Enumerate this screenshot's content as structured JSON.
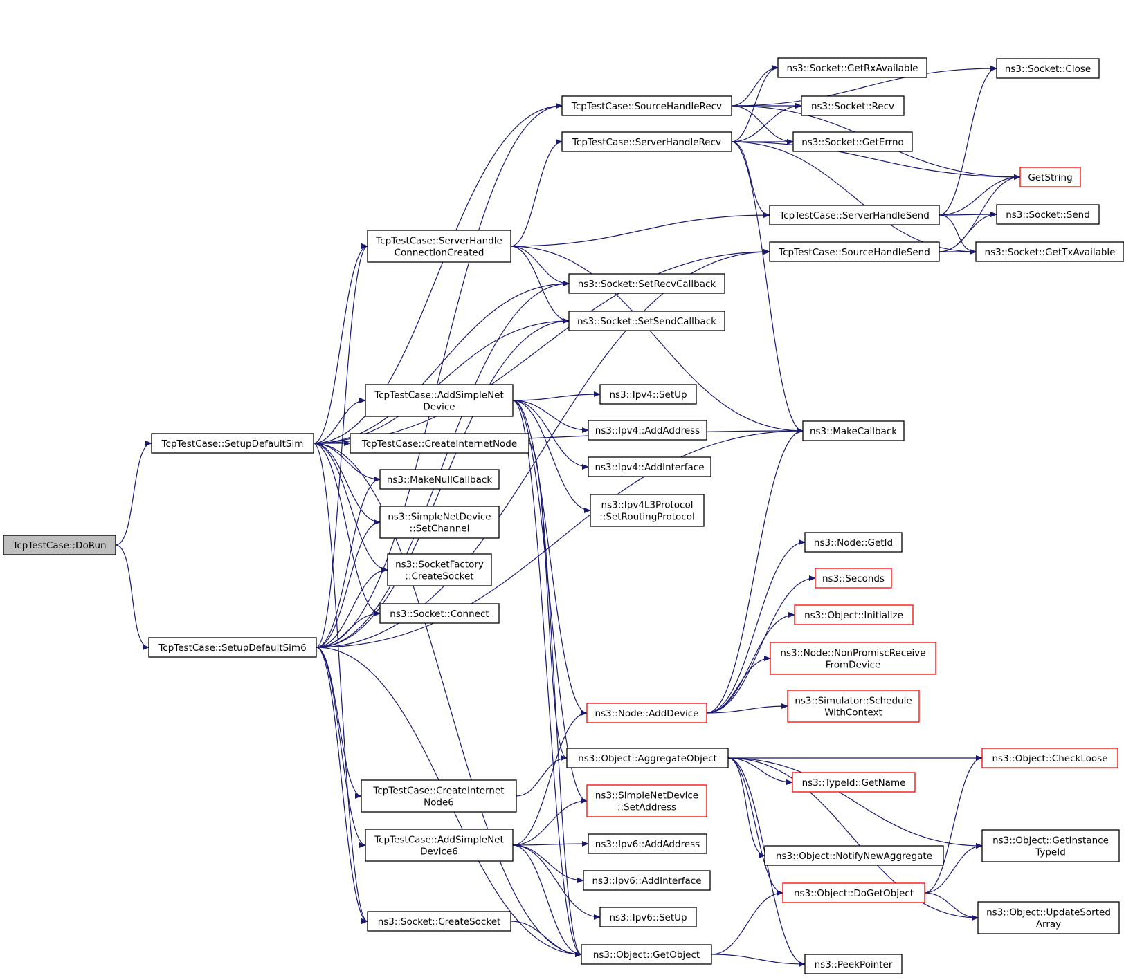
{
  "nodes": [
    {
      "id": "dorun",
      "lines": [
        "TcpTestCase::DoRun"
      ],
      "style": "root"
    },
    {
      "id": "sim",
      "lines": [
        "TcpTestCase::SetupDefaultSim"
      ],
      "style": "normal"
    },
    {
      "id": "sim6",
      "lines": [
        "TcpTestCase::SetupDefaultSim6"
      ],
      "style": "normal"
    },
    {
      "id": "shcc",
      "lines": [
        "TcpTestCase::ServerHandle",
        "ConnectionCreated"
      ],
      "style": "normal"
    },
    {
      "id": "asnd",
      "lines": [
        "TcpTestCase::AddSimpleNet",
        "Device"
      ],
      "style": "normal"
    },
    {
      "id": "cin",
      "lines": [
        "TcpTestCase::CreateInternetNode"
      ],
      "style": "normal"
    },
    {
      "id": "mnc",
      "lines": [
        "ns3::MakeNullCallback"
      ],
      "style": "normal"
    },
    {
      "id": "snsc",
      "lines": [
        "ns3::SimpleNetDevice",
        "::SetChannel"
      ],
      "style": "normal"
    },
    {
      "id": "sfcs",
      "lines": [
        "ns3::SocketFactory",
        "::CreateSocket"
      ],
      "style": "normal"
    },
    {
      "id": "sconn",
      "lines": [
        "ns3::Socket::Connect"
      ],
      "style": "normal"
    },
    {
      "id": "cin6",
      "lines": [
        "TcpTestCase::CreateInternet",
        "Node6"
      ],
      "style": "normal"
    },
    {
      "id": "asnd6",
      "lines": [
        "TcpTestCase::AddSimpleNet",
        "Device6"
      ],
      "style": "normal"
    },
    {
      "id": "scs",
      "lines": [
        "ns3::Socket::CreateSocket"
      ],
      "style": "normal"
    },
    {
      "id": "shr",
      "lines": [
        "TcpTestCase::SourceHandleRecv"
      ],
      "style": "normal"
    },
    {
      "id": "svhr",
      "lines": [
        "TcpTestCase::ServerHandleRecv"
      ],
      "style": "normal"
    },
    {
      "id": "srcb",
      "lines": [
        "ns3::Socket::SetRecvCallback"
      ],
      "style": "normal"
    },
    {
      "id": "sscb",
      "lines": [
        "ns3::Socket::SetSendCallback"
      ],
      "style": "normal"
    },
    {
      "id": "ip4up",
      "lines": [
        "ns3::Ipv4::SetUp"
      ],
      "style": "normal"
    },
    {
      "id": "ip4addr",
      "lines": [
        "ns3::Ipv4::AddAddress"
      ],
      "style": "normal"
    },
    {
      "id": "ip4if",
      "lines": [
        "ns3::Ipv4::AddInterface"
      ],
      "style": "normal"
    },
    {
      "id": "ip4rp",
      "lines": [
        "ns3::Ipv4L3Protocol",
        "::SetRoutingProtocol"
      ],
      "style": "normal"
    },
    {
      "id": "nad",
      "lines": [
        "ns3::Node::AddDevice"
      ],
      "style": "truncated"
    },
    {
      "id": "oagg",
      "lines": [
        "ns3::Object::AggregateObject"
      ],
      "style": "normal"
    },
    {
      "id": "snsa",
      "lines": [
        "ns3::SimpleNetDevice",
        "::SetAddress"
      ],
      "style": "truncated"
    },
    {
      "id": "ip6addr",
      "lines": [
        "ns3::Ipv6::AddAddress"
      ],
      "style": "normal"
    },
    {
      "id": "ip6if",
      "lines": [
        "ns3::Ipv6::AddInterface"
      ],
      "style": "normal"
    },
    {
      "id": "ip6up",
      "lines": [
        "ns3::Ipv6::SetUp"
      ],
      "style": "normal"
    },
    {
      "id": "ogo",
      "lines": [
        "ns3::Object::GetObject"
      ],
      "style": "normal"
    },
    {
      "id": "grx",
      "lines": [
        "ns3::Socket::GetRxAvailable"
      ],
      "style": "normal"
    },
    {
      "id": "recv",
      "lines": [
        "ns3::Socket::Recv"
      ],
      "style": "normal"
    },
    {
      "id": "gerr",
      "lines": [
        "ns3::Socket::GetErrno"
      ],
      "style": "normal"
    },
    {
      "id": "svhs",
      "lines": [
        "TcpTestCase::ServerHandleSend"
      ],
      "style": "normal"
    },
    {
      "id": "shs",
      "lines": [
        "TcpTestCase::SourceHandleSend"
      ],
      "style": "normal"
    },
    {
      "id": "mcb",
      "lines": [
        "ns3::MakeCallback"
      ],
      "style": "normal"
    },
    {
      "id": "ngid",
      "lines": [
        "ns3::Node::GetId"
      ],
      "style": "normal"
    },
    {
      "id": "secs",
      "lines": [
        "ns3::Seconds"
      ],
      "style": "truncated"
    },
    {
      "id": "oinit",
      "lines": [
        "ns3::Object::Initialize"
      ],
      "style": "truncated"
    },
    {
      "id": "nnpr",
      "lines": [
        "ns3::Node::NonPromiscReceive",
        "FromDevice"
      ],
      "style": "truncated"
    },
    {
      "id": "ssch",
      "lines": [
        "ns3::Simulator::Schedule",
        "WithContext"
      ],
      "style": "truncated"
    },
    {
      "id": "tgn",
      "lines": [
        "ns3::TypeId::GetName"
      ],
      "style": "truncated"
    },
    {
      "id": "onna",
      "lines": [
        "ns3::Object::NotifyNewAggregate"
      ],
      "style": "normal"
    },
    {
      "id": "odgo",
      "lines": [
        "ns3::Object::DoGetObject"
      ],
      "style": "truncated"
    },
    {
      "id": "peek",
      "lines": [
        "ns3::PeekPointer"
      ],
      "style": "normal"
    },
    {
      "id": "sclose",
      "lines": [
        "ns3::Socket::Close"
      ],
      "style": "normal"
    },
    {
      "id": "gstr",
      "lines": [
        "GetString"
      ],
      "style": "truncated"
    },
    {
      "id": "ssend",
      "lines": [
        "ns3::Socket::Send"
      ],
      "style": "normal"
    },
    {
      "id": "gtx",
      "lines": [
        "ns3::Socket::GetTxAvailable"
      ],
      "style": "normal"
    },
    {
      "id": "ocl",
      "lines": [
        "ns3::Object::CheckLoose"
      ],
      "style": "truncated"
    },
    {
      "id": "ogit",
      "lines": [
        "ns3::Object::GetInstance",
        "TypeId"
      ],
      "style": "normal"
    },
    {
      "id": "ousa",
      "lines": [
        "ns3::Object::UpdateSorted",
        "Array"
      ],
      "style": "normal"
    }
  ],
  "edges": [
    [
      "dorun",
      "sim"
    ],
    [
      "dorun",
      "sim6"
    ],
    [
      "sim",
      "shr"
    ],
    [
      "sim",
      "shcc"
    ],
    [
      "sim",
      "srcb"
    ],
    [
      "sim",
      "sscb"
    ],
    [
      "sim",
      "shs"
    ],
    [
      "sim",
      "mcb"
    ],
    [
      "sim",
      "asnd"
    ],
    [
      "sim",
      "cin"
    ],
    [
      "sim",
      "mnc"
    ],
    [
      "sim",
      "snsc"
    ],
    [
      "sim",
      "sfcs"
    ],
    [
      "sim",
      "sconn"
    ],
    [
      "sim",
      "scs"
    ],
    [
      "sim",
      "ogo"
    ],
    [
      "sim6",
      "shr"
    ],
    [
      "sim6",
      "shcc"
    ],
    [
      "sim6",
      "srcb"
    ],
    [
      "sim6",
      "sscb"
    ],
    [
      "sim6",
      "mnc"
    ],
    [
      "sim6",
      "snsc"
    ],
    [
      "sim6",
      "sfcs"
    ],
    [
      "sim6",
      "sconn"
    ],
    [
      "sim6",
      "shs"
    ],
    [
      "sim6",
      "mcb"
    ],
    [
      "sim6",
      "cin6"
    ],
    [
      "sim6",
      "asnd6"
    ],
    [
      "sim6",
      "scs"
    ],
    [
      "sim6",
      "ogo"
    ],
    [
      "shcc",
      "svhr"
    ],
    [
      "shcc",
      "svhs"
    ],
    [
      "shcc",
      "mcb"
    ],
    [
      "shcc",
      "srcb"
    ],
    [
      "shcc",
      "sscb"
    ],
    [
      "asnd",
      "ip4up"
    ],
    [
      "asnd",
      "ip4addr"
    ],
    [
      "asnd",
      "ip4if"
    ],
    [
      "asnd",
      "ip4rp"
    ],
    [
      "asnd",
      "nad"
    ],
    [
      "asnd",
      "snsa"
    ],
    [
      "asnd",
      "ogo"
    ],
    [
      "cin",
      "oagg"
    ],
    [
      "cin",
      "ogo"
    ],
    [
      "cin6",
      "oagg"
    ],
    [
      "asnd6",
      "nad"
    ],
    [
      "asnd6",
      "snsa"
    ],
    [
      "asnd6",
      "ip6addr"
    ],
    [
      "asnd6",
      "ip6if"
    ],
    [
      "asnd6",
      "ip6up"
    ],
    [
      "asnd6",
      "ogo"
    ],
    [
      "scs",
      "ogo"
    ],
    [
      "shr",
      "grx"
    ],
    [
      "shr",
      "recv"
    ],
    [
      "shr",
      "gerr"
    ],
    [
      "shr",
      "sclose"
    ],
    [
      "shr",
      "gstr"
    ],
    [
      "svhr",
      "grx"
    ],
    [
      "svhr",
      "recv"
    ],
    [
      "svhr",
      "gerr"
    ],
    [
      "svhr",
      "gstr"
    ],
    [
      "svhr",
      "svhs"
    ],
    [
      "svhr",
      "gtx"
    ],
    [
      "svhr",
      "mcb"
    ],
    [
      "svhs",
      "sclose"
    ],
    [
      "svhs",
      "gstr"
    ],
    [
      "svhs",
      "ssend"
    ],
    [
      "svhs",
      "gtx"
    ],
    [
      "shs",
      "ssend"
    ],
    [
      "shs",
      "gstr"
    ],
    [
      "shs",
      "gtx"
    ],
    [
      "nad",
      "mcb"
    ],
    [
      "nad",
      "ngid"
    ],
    [
      "nad",
      "secs"
    ],
    [
      "nad",
      "oinit"
    ],
    [
      "nad",
      "nnpr"
    ],
    [
      "nad",
      "ssch"
    ],
    [
      "oagg",
      "ocl"
    ],
    [
      "oagg",
      "tgn"
    ],
    [
      "oagg",
      "ogit"
    ],
    [
      "oagg",
      "onna"
    ],
    [
      "oagg",
      "odgo"
    ],
    [
      "oagg",
      "ousa"
    ],
    [
      "oagg",
      "peek"
    ],
    [
      "ogo",
      "odgo"
    ],
    [
      "ogo",
      "peek"
    ],
    [
      "odgo",
      "ocl"
    ],
    [
      "odgo",
      "ogit"
    ],
    [
      "odgo",
      "ousa"
    ]
  ]
}
